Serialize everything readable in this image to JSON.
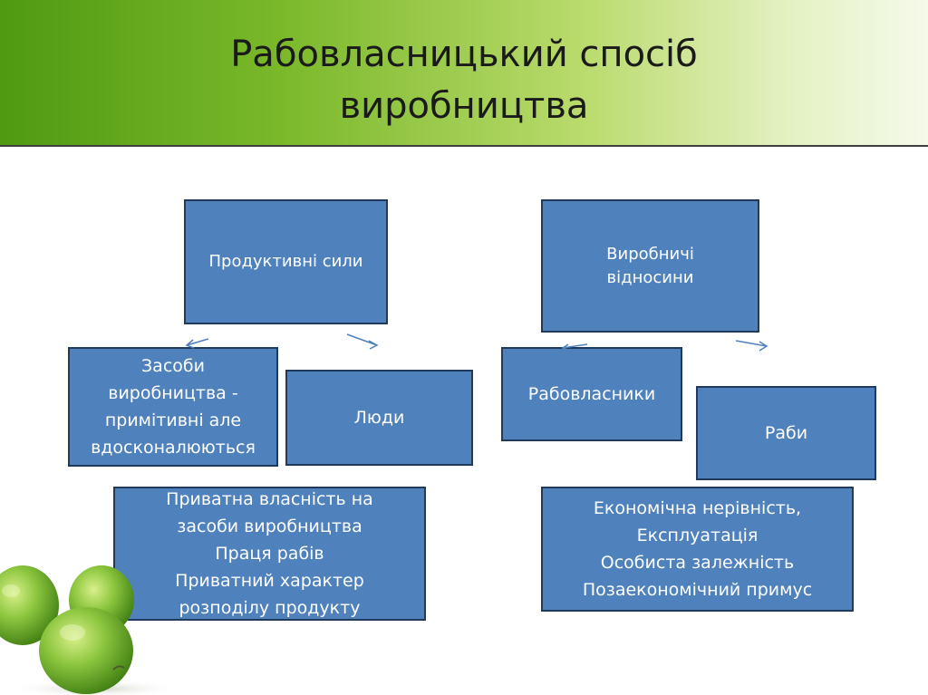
{
  "title": {
    "line1": "Рабовласницький спосіб",
    "line2": "виробництва"
  },
  "left": {
    "top_box": "Продуктивні сили",
    "means_box": [
      "Засоби",
      "виробництва -",
      "примітивні але",
      "вдосконалюються"
    ],
    "people_box": "Люди",
    "summary_box": [
      "Приватна власність на",
      "засоби виробництва",
      "Праця рабів",
      "Приватний характер",
      "розподілу продукту"
    ]
  },
  "right": {
    "top_box": [
      "Виробничі",
      "відносини"
    ],
    "owners_box": "Рабовласники",
    "slaves_box": "Раби",
    "summary_box": [
      "Економічна нерівність,",
      "Експлуатація",
      "Особиста залежність",
      "Позаекономічний примус"
    ]
  },
  "colors": {
    "box_fill": "#4f81bd",
    "box_border": "#1f3a5c",
    "arrow": "#4f81bd",
    "header_green": "#7ab82a"
  }
}
